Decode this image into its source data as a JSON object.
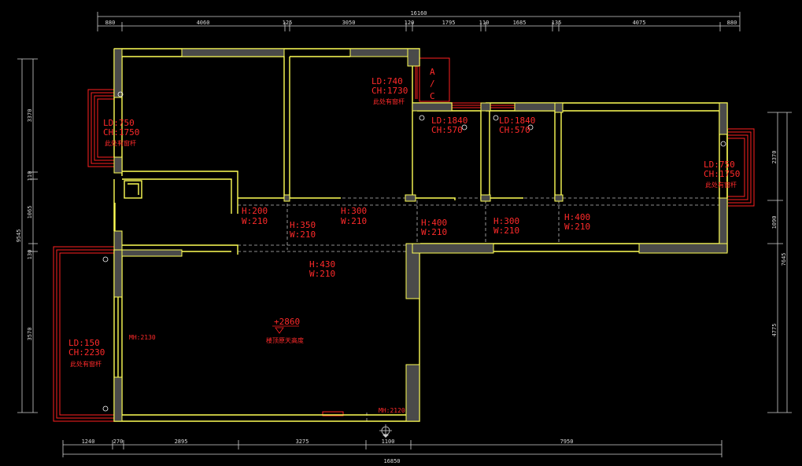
{
  "dimensions": {
    "top_total": "16160",
    "top_segments": [
      "880",
      "4060",
      "125",
      "3050",
      "120",
      "1795",
      "110",
      "1685",
      "135",
      "4075",
      "880"
    ],
    "bottom_total": "16850",
    "bottom_segments": [
      "1240",
      "270",
      "2895",
      "3275",
      "1100",
      "7950"
    ],
    "left_total": "9545",
    "left_segments": [
      "3370",
      "110",
      "1065",
      "130",
      "3570"
    ],
    "right_total": "7645",
    "right_segments": [
      "2370",
      "1090",
      "4775"
    ]
  },
  "notes": {
    "bedroom1": {
      "ld": "LD:750",
      "ch": "CH:1750",
      "desc": "此处有窗杆"
    },
    "bedroom2": {
      "ld": "LD:740",
      "ch": "CH:1730",
      "desc": "此处有窗杆"
    },
    "bath1": {
      "ld": "LD:1840",
      "ch": "CH:570"
    },
    "bath2": {
      "ld": "LD:1840",
      "ch": "CH:570"
    },
    "bedroom3": {
      "ld": "LD:750",
      "ch": "CH:1750",
      "desc": "此处有窗杆"
    },
    "balcony": {
      "ld": "LD:150",
      "ch": "CH:2230",
      "desc": "此处有窗杆"
    },
    "ac": {
      "a": "A",
      "slash": "/",
      "c": "C"
    }
  },
  "openings": [
    {
      "h": "H:200",
      "w": "W:210"
    },
    {
      "h": "H:350",
      "w": "W:210"
    },
    {
      "h": "H:300",
      "w": "W:210"
    },
    {
      "h": "H:400",
      "w": "W:210"
    },
    {
      "h": "H:300",
      "w": "W:210"
    },
    {
      "h": "H:400",
      "w": "W:210"
    },
    {
      "h": "H:430",
      "w": "W:210"
    }
  ],
  "level": {
    "value": "+2860",
    "desc": "楼顶原天高度"
  },
  "door_heights": {
    "left": "MH:2130",
    "bottom": "MH:2120"
  }
}
